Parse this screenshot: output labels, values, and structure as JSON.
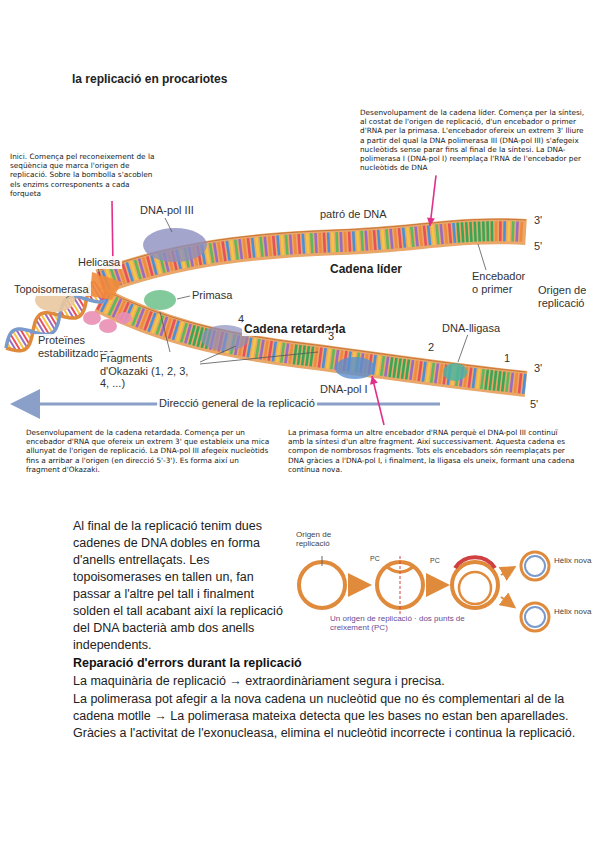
{
  "diagram": {
    "title": "la replicació en procariotes",
    "labels": [
      "Inici. Comença pel reconeixement de la seqüència que marca l'origen de replicació. Sobre la bombolla s'acoblen els enzims corresponents a cada forqueta",
      "Desenvolupament de la cadena líder. Comença per la síntesi, al costat de l'origen de replicació, d'un encebador o primer d'RNA per la primasa. L'encebador ofereix un extrem 3' lliure a partir del qual la DNA polimerasa III (DNA-pol III) s'afegeix nucleòtids sense parar fins al final de la síntesi. La DNA-polimerasa I (DNA-pol I) reemplaça l'RNA de l'encebador per nucleòtids de DNA",
      "DNA-pol III",
      "Helicasa",
      "Topoisomerasa",
      "Primasa",
      "patró de DNA",
      "Cadena líder",
      "3'",
      "5'",
      "Encebador o primer",
      "Origen de replicació",
      "Proteïnes estabilitzadores",
      "4",
      "Cadena retardada",
      "3",
      "2",
      "DNA-lligasa",
      "1",
      "Fragments d'Okazaki (1, 2, 3, 4, ...)",
      "DNA-pol I",
      "3'",
      "5'",
      "Direcció general de la replicació",
      "Desenvolupament de la cadena retardada. Comença per un encebador d'RNA que ofereix un extrem 3' que estableix una mica allunyat de l'origen de replicació. La DNA-pol III afegeix nucleòtids fins a arribar a l'origen (en direcció 5'-3'). Es forma així un fragment d'Okazaki.",
      "La primasa forma un altre encebador d'RNA perquè el DNA-pol III continuï amb la síntesi d'un altre fragment. Així successivament. Aquesta cadena es compon de nombrosos fragments. Tots els encebadors són reemplaçats per DNA gràcies a l'DNA-pol I, i finalment, la lligasa els uneix, formant una cadena contínua nova.",
      "Al final de la replicació tenim dues cadenes de DNA dobles en forma d'anells entrellaçats. Les topoisomerases en tallen un, fan passar a l'altre pel tall i finalment solden el tall acabant així la replicació del DNA bacterià amb dos anells independents.",
      "Origen de replicació",
      "PC",
      "PC",
      "Un origen de replicació · dos punts de creixement (PC)",
      "Hèlix nova",
      "Hèlix nova",
      "Reparació d'errors durant la replicació",
      "La maquinària de replicació → extraordinàriament segura i precisa.",
      "La polimerasa pot afegir a la nova cadena un nucleòtid que no és complementari al de la cadena motlle → La polimerasa mateixa detecta que les bases no estan ben aparellades. Gràcies a l'activitat de l'exonucleasa, elimina el nucleòtid incorrecte i continua la replicació."
    ]
  }
}
